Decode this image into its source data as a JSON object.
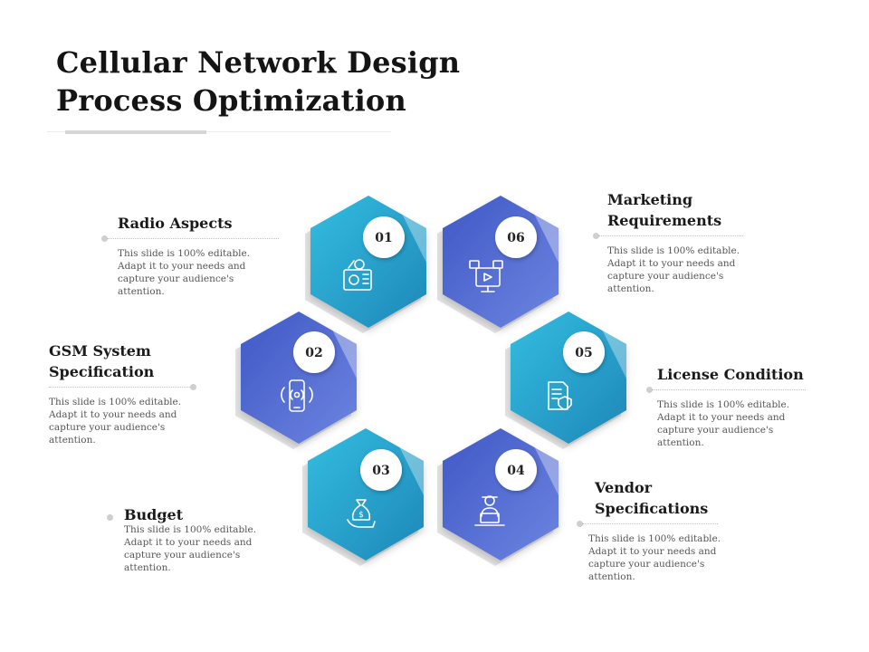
{
  "title": {
    "line1": "Cellular Network Design",
    "line2": "Process Optimization"
  },
  "colors": {
    "teal": "#2aa3cc",
    "blue": "#4a66d0",
    "title": "#141414"
  },
  "steps": [
    {
      "number": "01",
      "heading": "Radio Aspects",
      "body": "This slide is 100% editable. Adapt it to your needs and capture your audience's attention.",
      "icon": "radio-icon"
    },
    {
      "number": "02",
      "heading": "GSM System Specification",
      "body": "This slide is 100% editable. Adapt it to your needs and capture your audience's attention.",
      "icon": "phone-signal-icon"
    },
    {
      "number": "03",
      "heading": "Budget",
      "body": "This slide is 100% editable. Adapt it to your needs and capture your audience's attention.",
      "icon": "money-bag-hand-icon"
    },
    {
      "number": "04",
      "heading": "Vendor Specifications",
      "body": "This slide is 100% editable. Adapt it to your needs and capture your audience's attention.",
      "icon": "vendor-laptop-icon"
    },
    {
      "number": "05",
      "heading": "License Condition",
      "body": "This slide is 100% editable. Adapt it to your needs and capture your audience's attention.",
      "icon": "license-document-icon"
    },
    {
      "number": "06",
      "heading": "Marketing Requirements",
      "body": "This slide is 100% editable. Adapt it to your needs and capture your audience's attention.",
      "icon": "marketing-monitor-icon"
    }
  ]
}
